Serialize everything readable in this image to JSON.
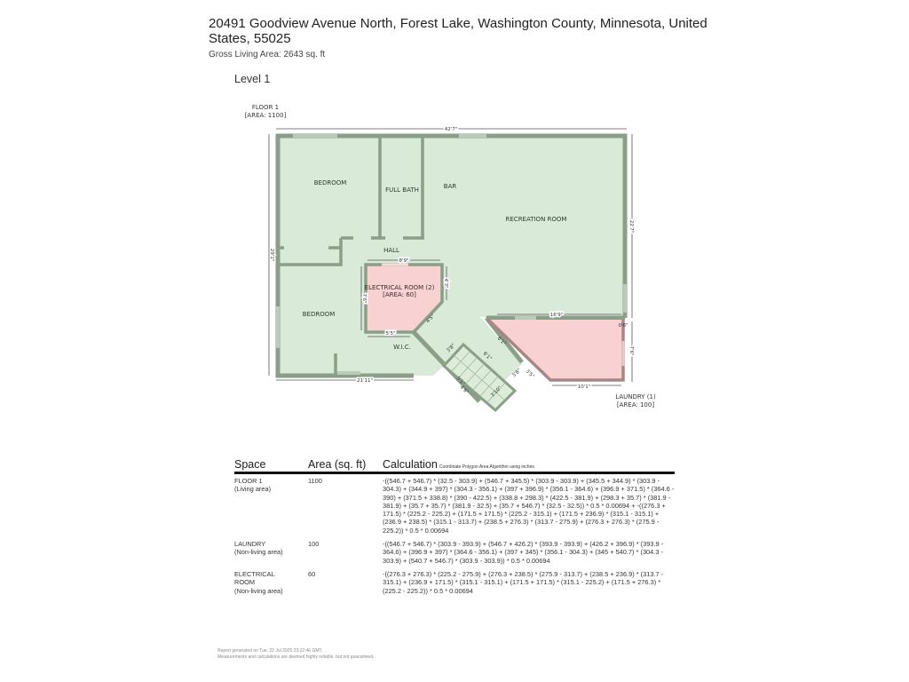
{
  "header": {
    "address": "20491 Goodview Avenue North, Forest Lake, Washington County, Minnesota, United States, 55025",
    "gross_living_area": "Gross Living Area: 2643 sq. ft"
  },
  "level": {
    "title": "Level 1"
  },
  "floorplan": {
    "floor_label": "FLOOR 1",
    "floor_area": "[AREA: 1100]",
    "rooms": {
      "bedroom_1": "BEDROOM",
      "full_bath": "FULL BATH",
      "bar": "BAR",
      "recreation_room": "RECREATION ROOM",
      "hall": "HALL",
      "electrical_room": "ELECTRICAL ROOM (2)",
      "electrical_area": "[AREA: 60]",
      "bedroom_2": "BEDROOM",
      "wic": "W.I.C.",
      "laundry": "LAUNDRY (1)",
      "laundry_area": "[AREA: 100]"
    },
    "dimensions": {
      "top": "42'7\"",
      "left": "29'1\"",
      "right_upper": "22'7\"",
      "right_lower": "7'6\"",
      "bottom_left": "21'11\"",
      "elec_top": "8'9\"",
      "elec_right": "4'3\"",
      "elec_left": "7'6\"",
      "elec_bottom": "5'5\"",
      "elec_diag": "4'5\"",
      "laundry_top": "16'9\"",
      "laundry_bottom": "10'1\"",
      "laundry_diag": "3'5\"",
      "corner": "0'6\"",
      "stair_1": "3'8\"",
      "stair_2": "6'1\"",
      "stair_3": "4'6\"",
      "stair_4": "3'10\"",
      "stair_5": "5'1\"",
      "stair_6": "3'8\"",
      "stair_7": "6'1\""
    },
    "colors": {
      "wall": "#8a9e88",
      "living_fill": "#d9ead8",
      "nonliving_fill": "#f8d2d2",
      "nonliving_wall": "#a98585"
    }
  },
  "table": {
    "headers": {
      "space": "Space",
      "area": "Area (sq. ft)",
      "calculation": "Calculation",
      "calculation_note": "Coordinate Polygon Area Algorithm using inches"
    },
    "rows": [
      {
        "space": "FLOOR 1",
        "type": "(Living area)",
        "area": "1100",
        "calculation": "-((546.7 + 546.7) * (32.5 - 303.9) + (546.7 + 345.5) * (303.9 - 303.9) + (345.5 + 344.9) * (303.9 - 304.3) + (344.9 + 397) * (304.3 - 356.1) + (397 + 396.9) * (356.1 - 364.6) + (396.9 + 371.5) * (364.6 - 390) + (371.5 + 338.8) * (390 - 422.5) + (338.8 + 298.3) * (422.5 - 381.9) + (298.3 + 35.7) * (381.9 - 381.9) + (35.7 + 35.7) * (381.9 - 32.5) + (35.7 + 546.7) * (32.5 - 32.5)) * 0.5 * 0.00694 + -((276.3 + 171.5) * (225.2 - 225.2) + (171.5 + 171.5) * (225.2 - 315.1) + (171.5 + 236.9) * (315.1 - 315.1) + (236.9 + 238.5) * (315.1 - 313.7) + (238.5 + 276.3) * (313.7 - 275.9) + (276.3 + 276.3) * (275.9 - 225.2)) * 0.5 * 0.00694"
      },
      {
        "space": "LAUNDRY",
        "type": "(Non-living area)",
        "area": "100",
        "calculation": "-((546.7 + 546.7) * (303.9 - 393.9) + (546.7 + 426.2) * (393.9 - 393.9) + (426.2 + 396.9) * (393.9 - 364.6) + (396.9 + 397) * (364.6 - 356.1) + (397 + 345) * (356.1 - 304.3) + (345 + 540.7) * (304.3 - 303.9) + (540.7 + 546.7) * (303.9 - 303.9)) * 0.5 * 0.00694"
      },
      {
        "space": "ELECTRICAL ROOM",
        "type": "(Non-living area)",
        "area": "60",
        "calculation": "-((276.3 + 276.3) * (225.2 - 275.9) + (276.3 + 238.5) * (275.9 - 313.7) + (238.5 + 236.9) * (313.7 - 315.1) + (236.9 + 171.5) * (315.1 - 315.1) + (171.5 + 171.5) * (315.1 - 225.2) + (171.5 + 276.3) * (225.2 - 225.2)) * 0.5 * 0.00694"
      }
    ]
  },
  "footer": {
    "generated": "Report generated on Tue, 22 Jul 2025 23:22:46 GMT.",
    "disclaimer": "Measurements and calculations are deemed highly reliable, but not guaranteed."
  }
}
